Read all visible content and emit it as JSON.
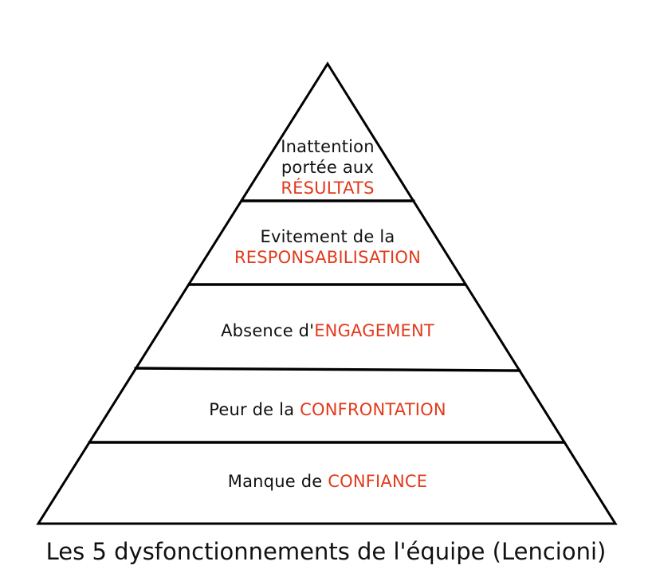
{
  "title": "Les 5 dysfonctionnements de l'équipe (Lencioni)",
  "colors": {
    "background": "#ffffff",
    "text": "#111111",
    "highlight": "#e23a1c",
    "stroke": "#000000"
  },
  "pyramid": {
    "levels": [
      {
        "line1": "Inattention",
        "line2": "portée aux",
        "keyword": "RÉSULTATS"
      },
      {
        "line1": "Evitement de la",
        "keyword": "RESPONSABILISATION"
      },
      {
        "prefix": "Absence d'",
        "keyword": "ENGAGEMENT"
      },
      {
        "prefix": "Peur de la ",
        "keyword": "CONFRONTATION"
      },
      {
        "prefix": "Manque de ",
        "keyword": "CONFIANCE"
      }
    ]
  }
}
